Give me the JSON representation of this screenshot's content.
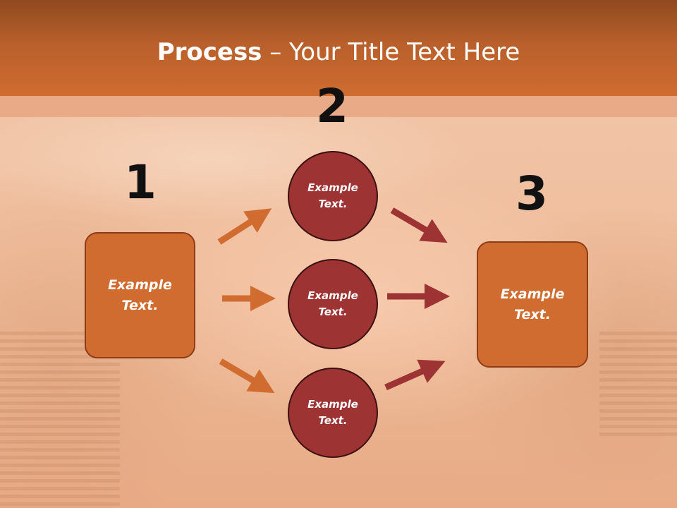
{
  "header": {
    "title_bold": "Process",
    "title_rest": " – Your Title Text Here"
  },
  "steps": {
    "one": {
      "number": "1",
      "label": "Example Text."
    },
    "two": {
      "number": "2"
    },
    "three": {
      "number": "3",
      "label": "Example Text."
    }
  },
  "circles": [
    {
      "label": "Example Text."
    },
    {
      "label": "Example Text."
    },
    {
      "label": "Example Text."
    }
  ],
  "colors": {
    "header": "#d06c30",
    "box_fill": "#d06c30",
    "circle_fill": "#9e3333",
    "arrow_orange": "#d06c30",
    "arrow_red": "#9e3333"
  }
}
